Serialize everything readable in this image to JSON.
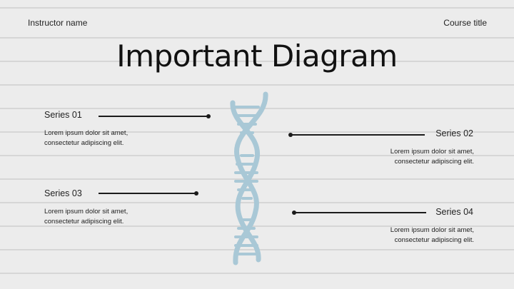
{
  "header": {
    "instructor": "Instructor name",
    "course": "Course title",
    "title": "Important Diagram"
  },
  "series": [
    {
      "label": "Series 01",
      "line1": "Lorem ipsum dolor sit amet,",
      "line2": "consectetur adipiscing elit."
    },
    {
      "label": "Series 02",
      "line1": "Lorem ipsum dolor sit amet,",
      "line2": "consectetur adipiscing elit."
    },
    {
      "label": "Series 03",
      "line1": "Lorem ipsum dolor sit amet,",
      "line2": "consectetur adipiscing elit."
    },
    {
      "label": "Series 04",
      "line1": "Lorem ipsum dolor sit amet,",
      "line2": "consectetur adipiscing elit."
    }
  ],
  "illustration": {
    "icon": "dna-helix-icon",
    "color": "#a9c8d6"
  },
  "colors": {
    "background": "#ececec",
    "ruled_line": "#d6d6d6",
    "text": "#222222"
  }
}
